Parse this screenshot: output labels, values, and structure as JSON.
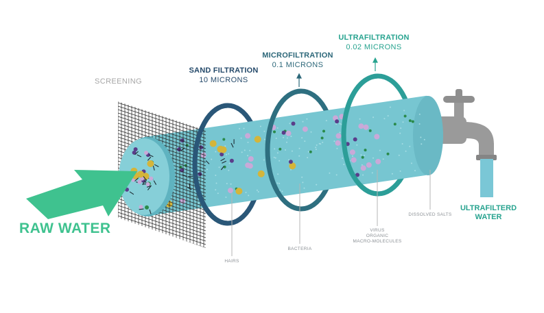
{
  "colors": {
    "tube": "#77c6d1",
    "tube_dark": "#5fb3c0",
    "ring_sand": "#2a5778",
    "ring_micro": "#2e6f80",
    "ring_ultra": "#2c9e98",
    "raw_water": "#3fc28f",
    "faucet": "#9a9a9a",
    "stream": "#7ac7d6",
    "ultra_text": "#27a38f",
    "micro_text": "#2c6779",
    "sand_text": "#24496a",
    "screen_text": "#a6a6a6",
    "grid": "#1f1f1f"
  },
  "labels": {
    "screening": "SCREENING",
    "sand_title": "SAND FILTRATION",
    "sand_sub": "10 MICRONS",
    "micro_title": "MICROFILTRATION",
    "micro_sub": "0.1 MICRONS",
    "ultra_title": "ULTRAFILTRATION",
    "ultra_sub": "0.02 MICRONS",
    "raw_water": "RAW WATER",
    "output_line1": "ULTRAFILTERD",
    "output_line2": "WATER",
    "hairs": "HAIRS",
    "bacteria": "BACTERIA",
    "virus_line1": "VIRUS",
    "virus_line2": "ORGANIC",
    "virus_line3": "MACRO-MOLECULES",
    "dissolved_salts": "DISSOLVED SALTS"
  },
  "icons": {
    "arrow": "raw-water-arrow-icon",
    "faucet": "faucet-icon"
  }
}
